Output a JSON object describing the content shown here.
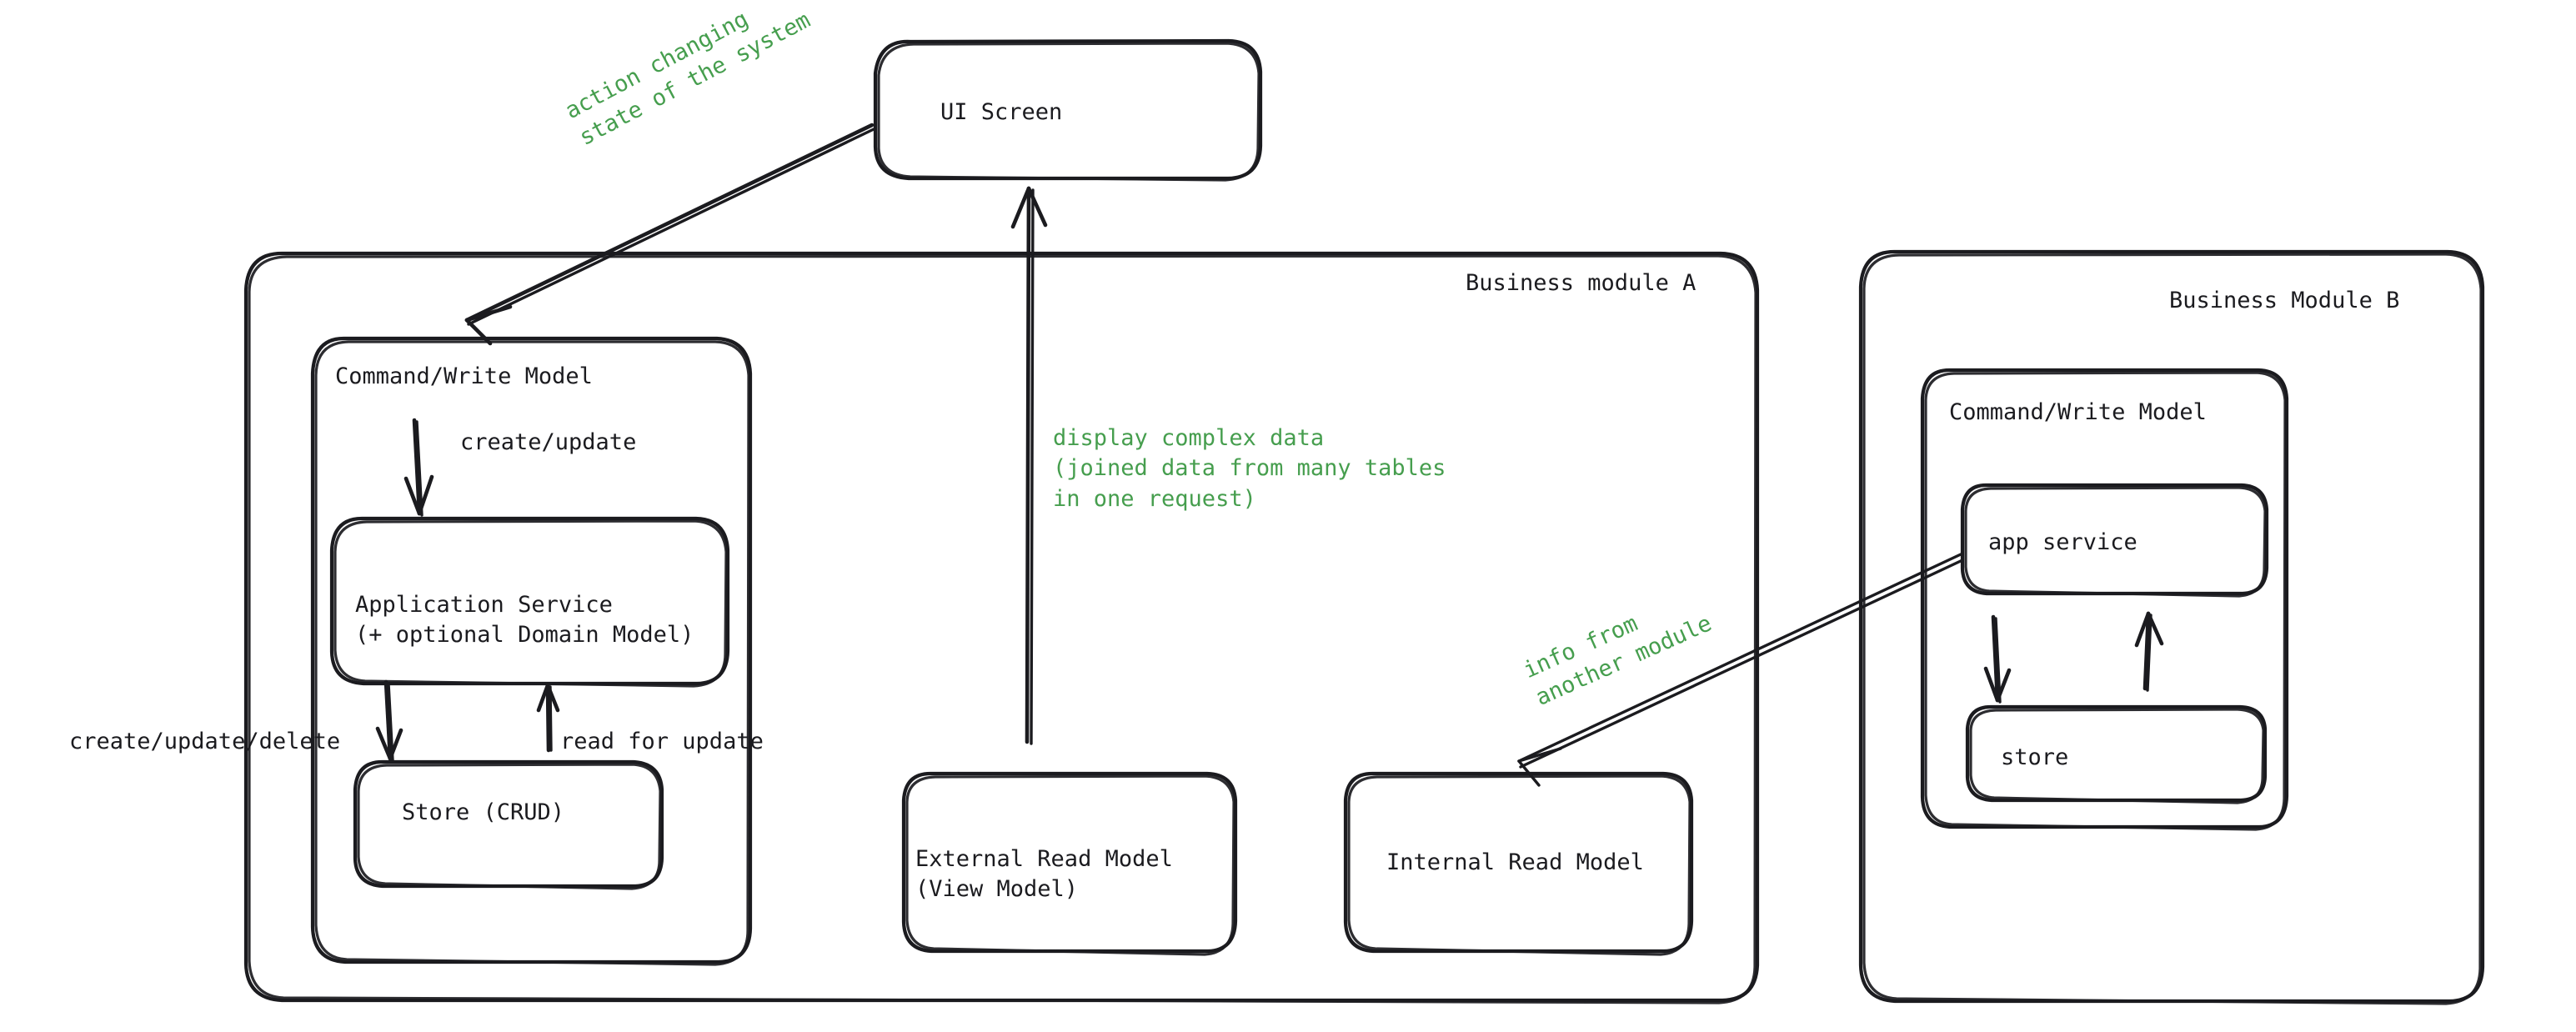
{
  "diagram": {
    "title_present": false,
    "colors": {
      "stroke": "#1b1b1f",
      "annotation_green": "#469e4e",
      "background": "#ffffff"
    },
    "modules": [
      {
        "id": "module-a",
        "label": "Business module A",
        "inner_group": {
          "id": "command-write-model-a",
          "label": "Command/Write Model",
          "nodes": [
            {
              "id": "application-service",
              "label_line1": "Application Service",
              "label_line2": "(+ optional Domain Model)"
            },
            {
              "id": "store-crud",
              "label": "Store (CRUD)"
            }
          ]
        },
        "read_models": [
          {
            "id": "external-read-model",
            "label_line1": "External Read Model",
            "label_line2": "(View Model)"
          },
          {
            "id": "internal-read-model",
            "label": "Internal Read Model"
          }
        ]
      },
      {
        "id": "module-b",
        "label": "Business Module B",
        "inner_group": {
          "id": "command-write-model-b",
          "label": "Command/Write Model",
          "nodes": [
            {
              "id": "app-service-b",
              "label": "app service"
            },
            {
              "id": "store-b",
              "label": "store"
            }
          ]
        }
      }
    ],
    "nodes": [
      {
        "id": "ui-screen",
        "label": "UI Screen"
      }
    ],
    "edges": [
      {
        "id": "edge-ui-to-command-a",
        "from": "ui-screen",
        "to": "command-write-model-a",
        "label_line1": "action changing",
        "label_line2": "state of the system",
        "label_color": "green",
        "rotated": true
      },
      {
        "id": "edge-external-read-to-ui",
        "from": "external-read-model",
        "to": "ui-screen",
        "label_line1": "display complex data",
        "label_line2": "(joined data from many tables",
        "label_line3": "in one request)",
        "label_color": "green",
        "rotated": false
      },
      {
        "id": "edge-app-service-b-to-internal-read",
        "from": "app-service-b",
        "to": "internal-read-model",
        "label_line1": "info from",
        "label_line2": "another module",
        "label_color": "green",
        "rotated": true
      },
      {
        "id": "edge-command-a-to-application-service",
        "from": "command-write-model-a",
        "to": "application-service",
        "label": "create/update",
        "label_color": "black"
      },
      {
        "id": "edge-application-service-to-store",
        "from": "application-service",
        "to": "store-crud",
        "label": "create/update/delete",
        "label_color": "black"
      },
      {
        "id": "edge-store-to-application-service",
        "from": "store-crud",
        "to": "application-service",
        "label": "read for update",
        "label_color": "black"
      },
      {
        "id": "edge-app-service-b-to-store-b",
        "from": "app-service-b",
        "to": "store-b",
        "label": "",
        "label_color": "black"
      },
      {
        "id": "edge-store-b-to-app-service-b",
        "from": "store-b",
        "to": "app-service-b",
        "label": "",
        "label_color": "black"
      }
    ]
  }
}
